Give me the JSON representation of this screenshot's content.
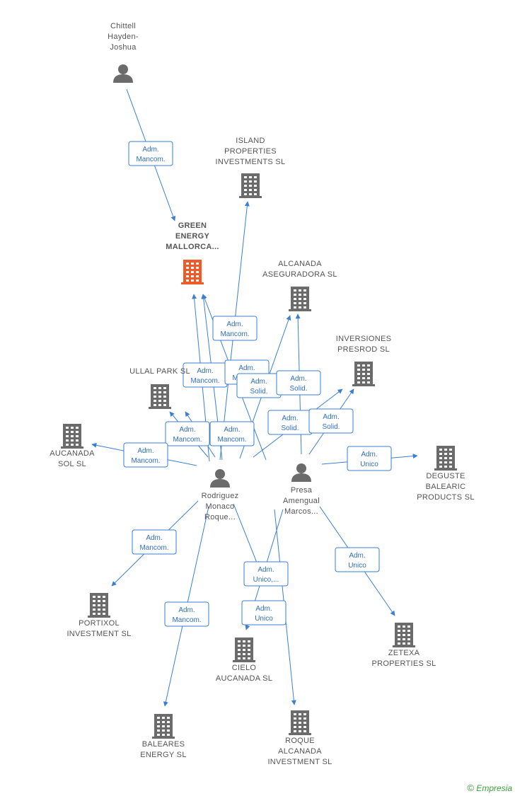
{
  "nodes": [
    {
      "id": "chittell",
      "type": "person",
      "label": [
        "Chittell",
        "Hayden-",
        "Joshua"
      ]
    },
    {
      "id": "island",
      "type": "company",
      "label": [
        "ISLAND",
        "PROPERTIES",
        "INVESTMENTS SL"
      ]
    },
    {
      "id": "green",
      "type": "company",
      "focus": true,
      "label": [
        "GREEN",
        "ENERGY",
        "MALLORCA..."
      ]
    },
    {
      "id": "alcanada_aseg",
      "type": "company",
      "label": [
        "ALCANADA",
        "ASEGURADORA SL"
      ]
    },
    {
      "id": "inversiones",
      "type": "company",
      "label": [
        "INVERSIONES",
        "PRESROD  SL"
      ]
    },
    {
      "id": "ullal",
      "type": "company",
      "label": [
        "ULLAL PARK SL"
      ]
    },
    {
      "id": "aucanada_sol",
      "type": "company",
      "label": [
        "AUCANADA",
        "SOL SL"
      ]
    },
    {
      "id": "rodriguez",
      "type": "person",
      "label": [
        "Rodriguez",
        "Monaco",
        "Roque..."
      ]
    },
    {
      "id": "presa",
      "type": "person",
      "label": [
        "Presa",
        "Amengual",
        "Marcos..."
      ]
    },
    {
      "id": "deguste",
      "type": "company",
      "label": [
        "DEGUSTE",
        "BALEARIC",
        "PRODUCTS SL"
      ]
    },
    {
      "id": "portixol",
      "type": "company",
      "label": [
        "PORTIXOL",
        "INVESTMENT SL"
      ]
    },
    {
      "id": "zetexa",
      "type": "company",
      "label": [
        "ZETEXA",
        "PROPERTIES SL"
      ]
    },
    {
      "id": "cielo",
      "type": "company",
      "label": [
        "CIELO",
        "AUCANADA SL"
      ]
    },
    {
      "id": "baleares",
      "type": "company",
      "label": [
        "BALEARES",
        "ENERGY SL"
      ]
    },
    {
      "id": "roque_alc",
      "type": "company",
      "label": [
        "ROQUE",
        "ALCANADA",
        "INVESTMENT SL"
      ]
    }
  ],
  "roles": [
    {
      "id": "r1",
      "label": [
        "Adm.",
        "Mancom."
      ]
    },
    {
      "id": "r2",
      "label": [
        "Adm.",
        "Mancom."
      ]
    },
    {
      "id": "r3",
      "label": [
        "Adm.",
        "Mancom."
      ]
    },
    {
      "id": "r4",
      "label": [
        "Adm.",
        "Mancom."
      ]
    },
    {
      "id": "r5",
      "label": [
        "Adm.",
        "Solid."
      ]
    },
    {
      "id": "r6",
      "label": [
        "Adm.",
        "Solid."
      ]
    },
    {
      "id": "r7",
      "label": [
        "Adm.",
        "Mancom."
      ]
    },
    {
      "id": "r8",
      "label": [
        "Adm.",
        "Solid."
      ]
    },
    {
      "id": "r9",
      "label": [
        "Adm.",
        "Solid."
      ]
    },
    {
      "id": "r10",
      "label": [
        "Adm.",
        "Mancom."
      ]
    },
    {
      "id": "r11",
      "label": [
        "Adm.",
        "Mancom."
      ]
    },
    {
      "id": "r12",
      "label": [
        "Adm.",
        "Mancom."
      ]
    },
    {
      "id": "r13",
      "label": [
        "Adm.",
        "Unico"
      ]
    },
    {
      "id": "r14",
      "label": [
        "Adm.",
        "Mancom."
      ]
    },
    {
      "id": "r15",
      "label": [
        "Adm.",
        "Unico"
      ]
    },
    {
      "id": "r16",
      "label": [
        "Adm.",
        "Unico,..."
      ]
    },
    {
      "id": "r17",
      "label": [
        "Adm.",
        "Unico"
      ]
    },
    {
      "id": "r18",
      "label": [
        "Adm.",
        "Mancom."
      ]
    }
  ],
  "brand": {
    "copyright": "©",
    "name": "Empresia"
  },
  "colors": {
    "edge": "#3a7fd5",
    "node": "#6b6b6b",
    "focus": "#f05a28",
    "brand": "#3aa13a"
  }
}
